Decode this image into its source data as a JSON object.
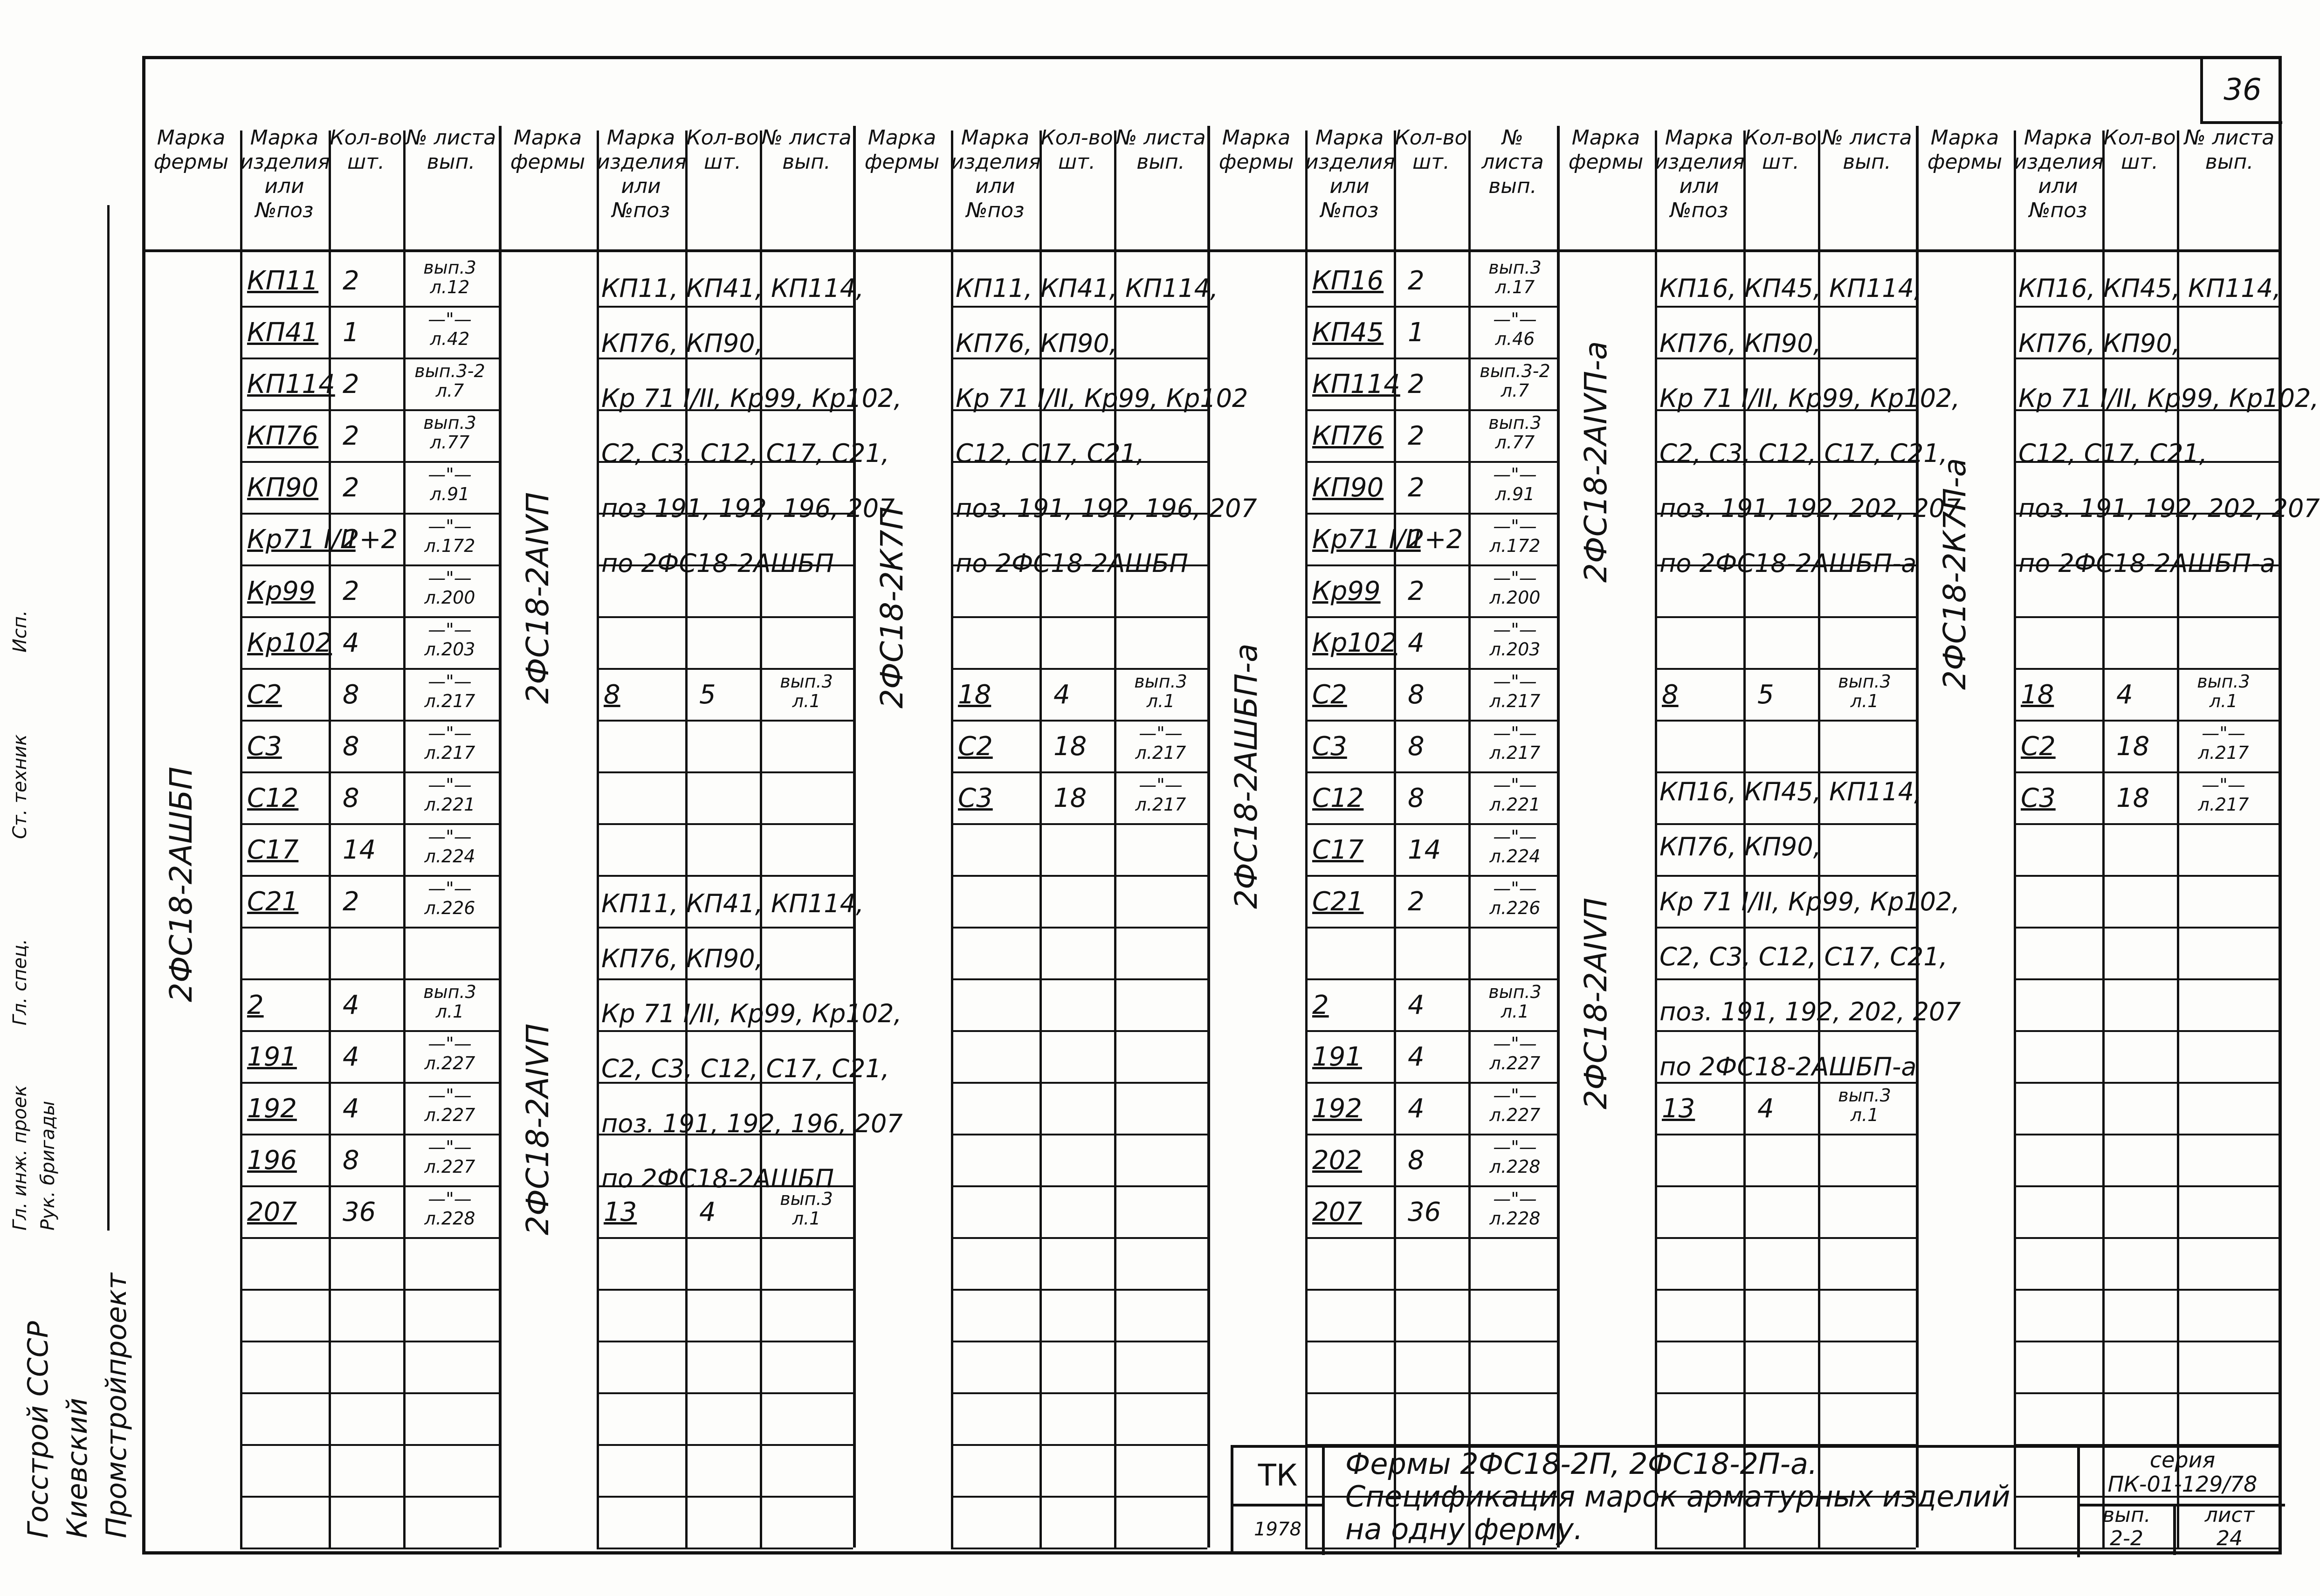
{
  "page_number": "36",
  "column_headers": {
    "truss_mark": "Марка фермы",
    "item_mark": "Марка изделия или №поз",
    "quantity": "Кол-во шт.",
    "sheet_no": "№ листа вып."
  },
  "group1": {
    "truss": "2ФС18-2АШБП",
    "rows": [
      {
        "mark": "КП11",
        "qty": "2",
        "ref": "вып.3\nл.12"
      },
      {
        "mark": "КП41",
        "qty": "1",
        "ref": "—\"—\nл.42"
      },
      {
        "mark": "КП114",
        "qty": "2",
        "ref": "вып.3-2\nл.7"
      },
      {
        "mark": "КП76",
        "qty": "2",
        "ref": "вып.3\nл.77"
      },
      {
        "mark": "КП90",
        "qty": "2",
        "ref": "—\"—\nл.91"
      },
      {
        "mark": "Кр71 I/II",
        "qty": "2+2",
        "ref": "—\"—\nл.172"
      },
      {
        "mark": "Кр99",
        "qty": "2",
        "ref": "—\"—\nл.200"
      },
      {
        "mark": "Кр102",
        "qty": "4",
        "ref": "—\"—\nл.203"
      },
      {
        "mark": "С2",
        "qty": "8",
        "ref": "—\"—\nл.217"
      },
      {
        "mark": "С3",
        "qty": "8",
        "ref": "—\"—\nл.217"
      },
      {
        "mark": "С12",
        "qty": "8",
        "ref": "—\"—\nл.221"
      },
      {
        "mark": "С17",
        "qty": "14",
        "ref": "—\"—\nл.224"
      },
      {
        "mark": "С21",
        "qty": "2",
        "ref": "—\"—\nл.226"
      },
      {
        "mark": "",
        "qty": "",
        "ref": ""
      },
      {
        "mark": "2",
        "qty": "4",
        "ref": "вып.3\nл.1"
      },
      {
        "mark": "191",
        "qty": "4",
        "ref": "—\"—\nл.227"
      },
      {
        "mark": "192",
        "qty": "4",
        "ref": "—\"—\nл.227"
      },
      {
        "mark": "196",
        "qty": "8",
        "ref": "—\"—\nл.227"
      },
      {
        "mark": "207",
        "qty": "36",
        "ref": "—\"—\nл.228"
      }
    ]
  },
  "group2a": {
    "truss": "2ФС18-2АIVП",
    "lines": [
      "КП11, КП41, КП114,",
      "КП76, КП90,",
      "Кр 71 I/II, Кр99, Кр102,",
      "С2, С3, С12, С17, С21,",
      "поз 191, 192, 196, 207",
      "по 2ФС18-2АШБП"
    ],
    "row": {
      "mark": "8",
      "qty": "5",
      "ref": "вып.3\nл.1"
    }
  },
  "group2b": {
    "truss": "2ФС18-2АIVП",
    "lines": [
      "КП11, КП41, КП114,",
      "КП76, КП90,",
      "Кр 71 I/II, Кр99, Кр102,",
      "С2, С3, С12, С17, С21,",
      "поз. 191, 192, 196, 207",
      "по 2ФС18-2АШБП"
    ],
    "row": {
      "mark": "13",
      "qty": "4",
      "ref": "вып.3\nл.1"
    }
  },
  "group3": {
    "truss": "2ФС18-2К7П",
    "lines": [
      "КП11, КП41, КП114,",
      "КП76, КП90,",
      "Кр 71 I/II, Кр99, Кр102",
      "С12, С17, С21,",
      "поз. 191, 192, 196, 207",
      "по 2ФС18-2АШБП"
    ],
    "rows": [
      {
        "mark": "18",
        "qty": "4",
        "ref": "вып.3\nл.1"
      },
      {
        "mark": "С2",
        "qty": "18",
        "ref": "—\"—\nл.217"
      },
      {
        "mark": "С3",
        "qty": "18",
        "ref": "—\"—\nл.217"
      }
    ]
  },
  "group4": {
    "truss": "2ФС18-2АШБП-а",
    "rows": [
      {
        "mark": "КП16",
        "qty": "2",
        "ref": "вып.3\nл.17"
      },
      {
        "mark": "КП45",
        "qty": "1",
        "ref": "—\"—\nл.46"
      },
      {
        "mark": "КП114",
        "qty": "2",
        "ref": "вып.3-2\nл.7"
      },
      {
        "mark": "КП76",
        "qty": "2",
        "ref": "вып.3\nл.77"
      },
      {
        "mark": "КП90",
        "qty": "2",
        "ref": "—\"—\nл.91"
      },
      {
        "mark": "Кр71 I/II",
        "qty": "2+2",
        "ref": "—\"—\nл.172"
      },
      {
        "mark": "Кр99",
        "qty": "2",
        "ref": "—\"—\nл.200"
      },
      {
        "mark": "Кр102",
        "qty": "4",
        "ref": "—\"—\nл.203"
      },
      {
        "mark": "С2",
        "qty": "8",
        "ref": "—\"—\nл.217"
      },
      {
        "mark": "С3",
        "qty": "8",
        "ref": "—\"—\nл.217"
      },
      {
        "mark": "С12",
        "qty": "8",
        "ref": "—\"—\nл.221"
      },
      {
        "mark": "С17",
        "qty": "14",
        "ref": "—\"—\nл.224"
      },
      {
        "mark": "С21",
        "qty": "2",
        "ref": "—\"—\nл.226"
      },
      {
        "mark": "",
        "qty": "",
        "ref": ""
      },
      {
        "mark": "2",
        "qty": "4",
        "ref": "вып.3\nл.1"
      },
      {
        "mark": "191",
        "qty": "4",
        "ref": "—\"—\nл.227"
      },
      {
        "mark": "192",
        "qty": "4",
        "ref": "—\"—\nл.227"
      },
      {
        "mark": "202",
        "qty": "8",
        "ref": "—\"—\nл.228"
      },
      {
        "mark": "207",
        "qty": "36",
        "ref": "—\"—\nл.228"
      }
    ]
  },
  "group5a": {
    "truss": "2ФС18-2АIVП-а",
    "lines": [
      "КП16, КП45, КП114,",
      "КП76, КП90,",
      "Кр 71 I/II, Кр99, Кр102,",
      "С2, С3, С12, С17, С21,",
      "поз. 191, 192, 202, 207",
      "по 2ФС18-2АШБП-а"
    ],
    "row": {
      "mark": "8",
      "qty": "5",
      "ref": "вып.3\nл.1"
    }
  },
  "group5b": {
    "truss": "2ФС18-2АIVП",
    "lines": [
      "КП16, КП45, КП114,",
      "КП76, КП90,",
      "Кр 71 I/II, Кр99, Кр102,",
      "С2, С3, С12, С17, С21,",
      "поз. 191, 192, 202, 207",
      "по 2ФС18-2АШБП-а"
    ],
    "row": {
      "mark": "13",
      "qty": "4",
      "ref": "вып.3\nл.1"
    }
  },
  "group6": {
    "truss": "2ФС18-2К7П-а",
    "lines": [
      "КП16, КП45, КП114,",
      "КП76, КП90,",
      "Кр 71 I/II, Кр99, Кр102,",
      "С12, С17, С21,",
      "поз. 191, 192, 202, 207",
      "по 2ФС18-2АШБП-а"
    ],
    "rows": [
      {
        "mark": "18",
        "qty": "4",
        "ref": "вып.3\nл.1"
      },
      {
        "mark": "С2",
        "qty": "18",
        "ref": "—\"—\nл.217"
      },
      {
        "mark": "С3",
        "qty": "18",
        "ref": "—\"—\nл.217"
      }
    ]
  },
  "stamp": {
    "org_code": "ТК",
    "year": "1978",
    "title_line1": "Фермы 2ФС18-2П, 2ФС18-2П-а.",
    "title_line2": "Спецификация марок арматурных изделий",
    "title_line3": "на одну ферму.",
    "series_label": "серия",
    "series_value": "ПК-01-129/78",
    "issue_label": "вып.",
    "issue_value": "2-2",
    "sheet_label": "лист",
    "sheet_value": "24"
  },
  "side_stamp": {
    "rows": [
      "Рук. бригады",
      "Гл. инж. проек",
      "Гл. спец.",
      "Ст. техник",
      "Исп."
    ],
    "org_lines": [
      "Госстрой СССР",
      "Киевский",
      "Промстройпроект"
    ]
  }
}
